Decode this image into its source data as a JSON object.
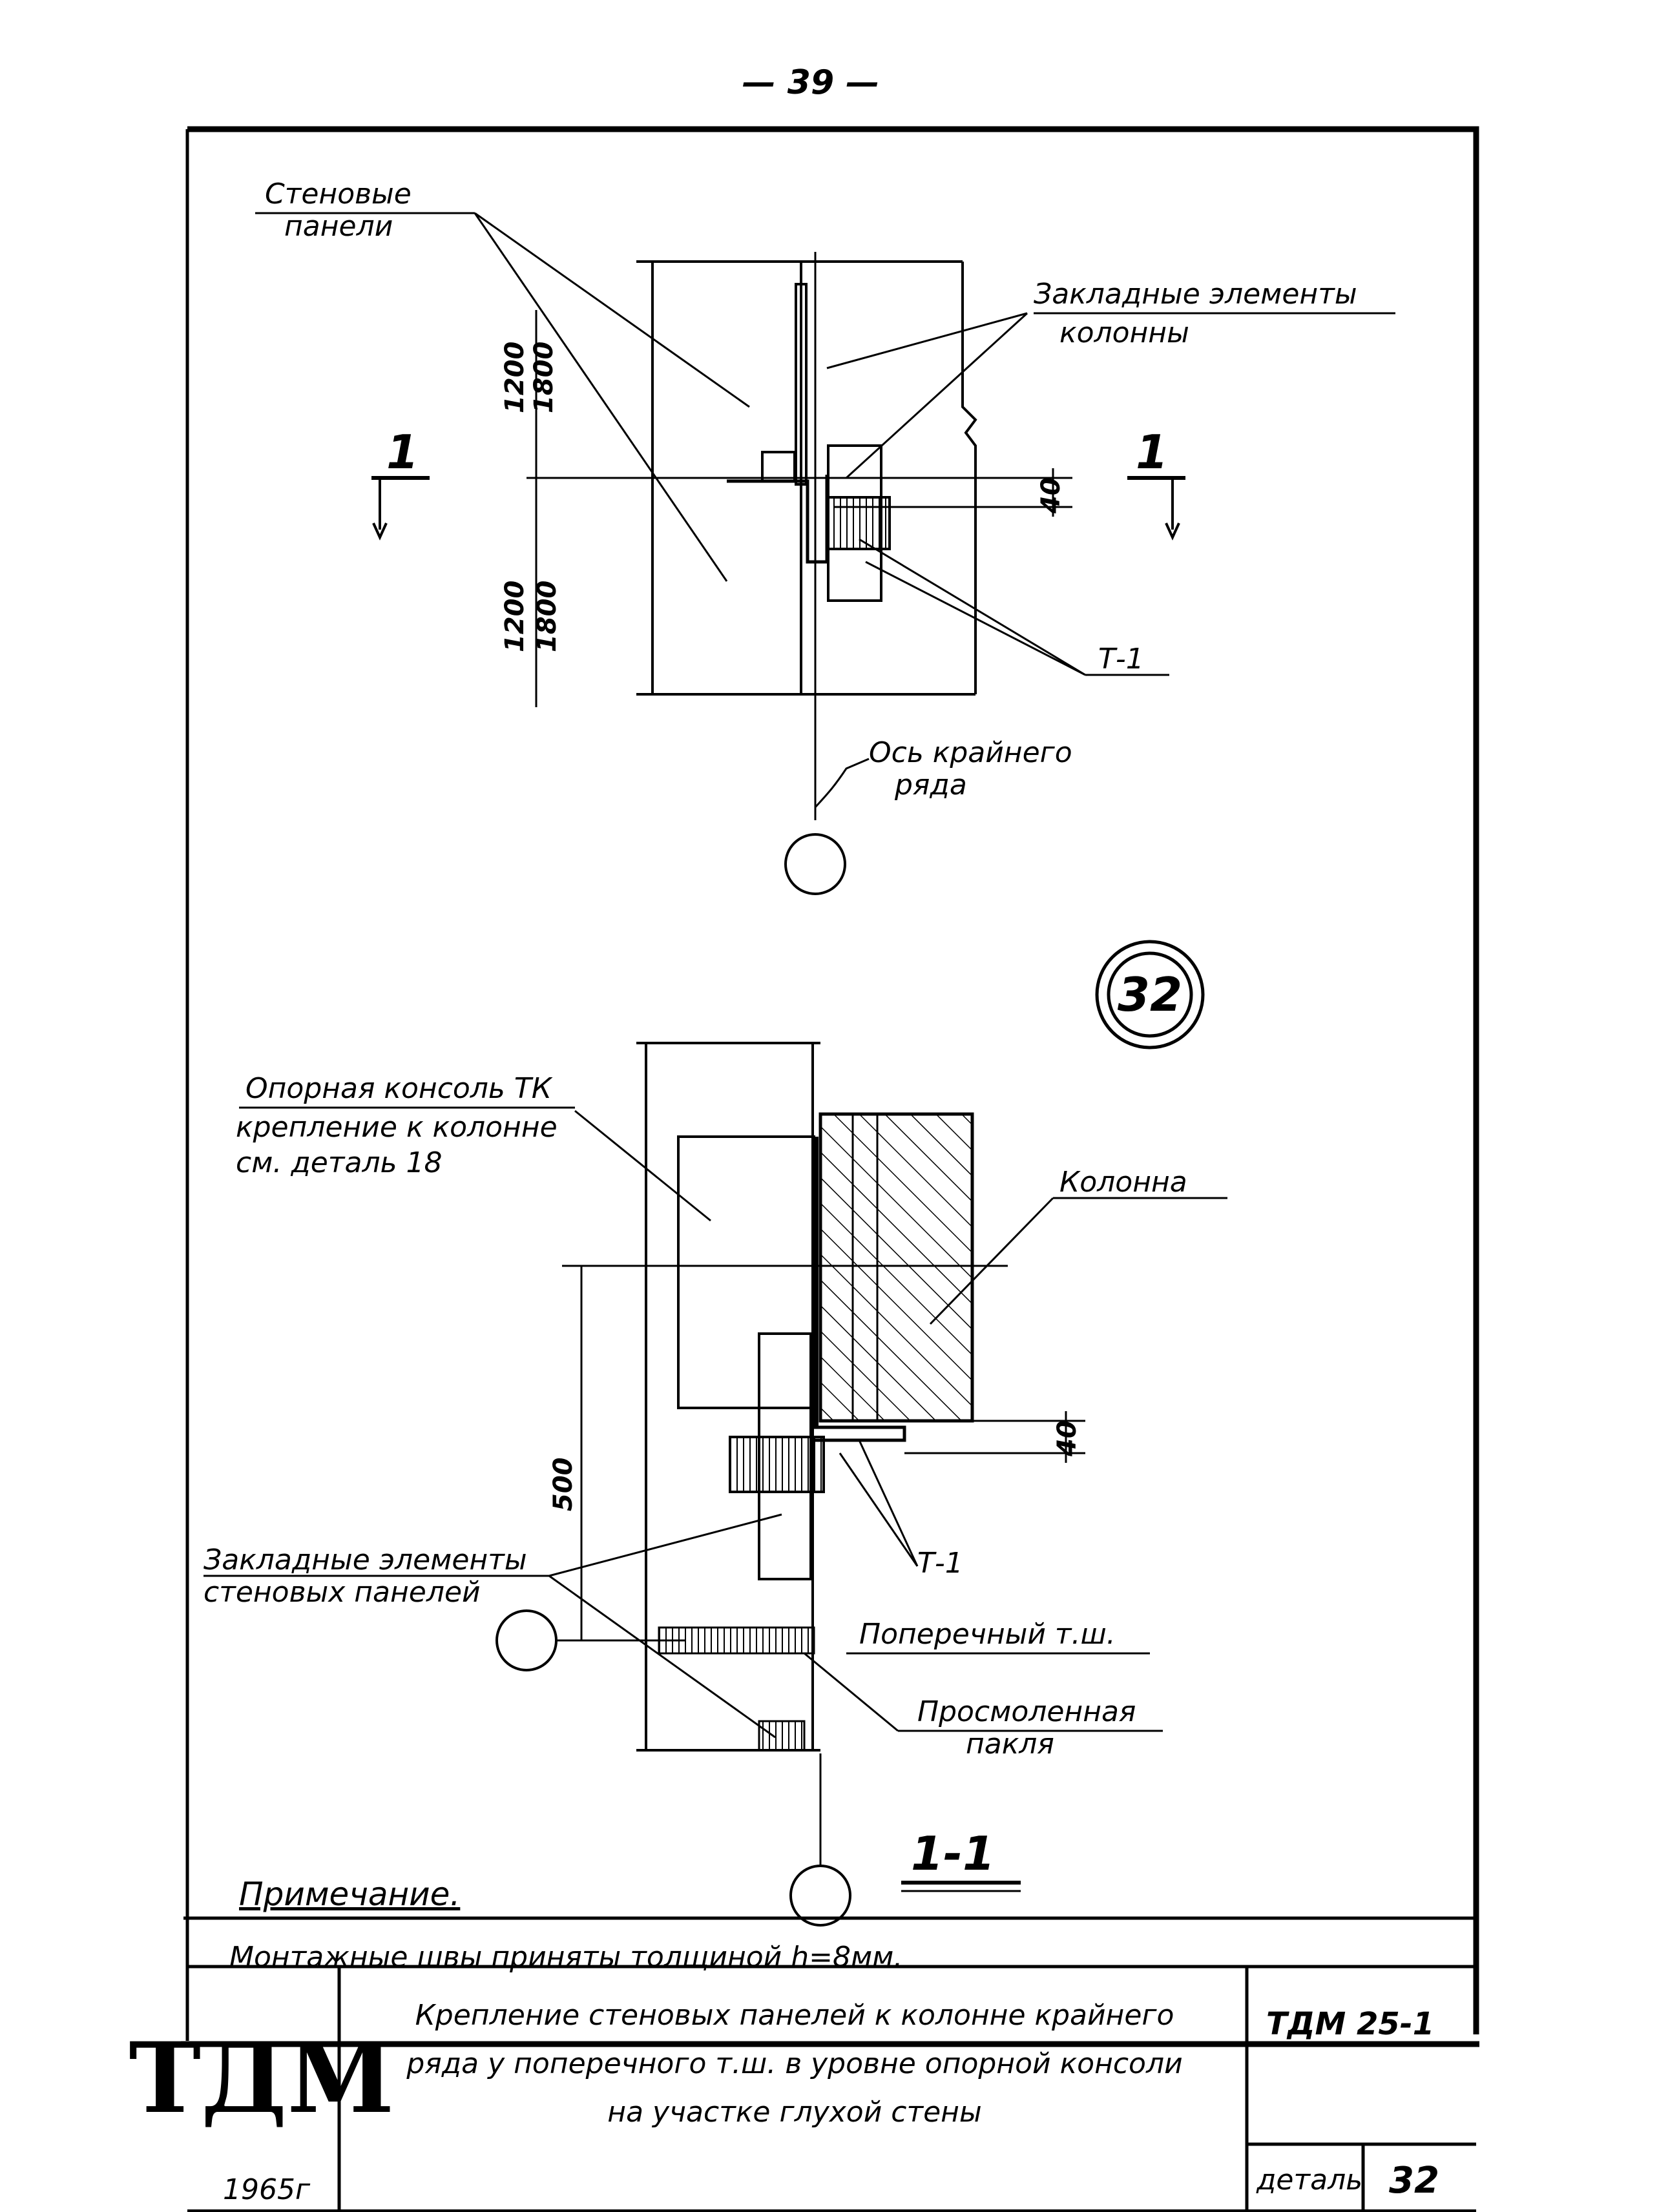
{
  "page_number": "— 39 —",
  "top_view": {
    "label_wall_panels_1": "Стеновые",
    "label_wall_panels_2": "панели",
    "label_embedded_column_1": "Закладные элементы",
    "label_embedded_column_2": "колонны",
    "dim_upper_1": "1200",
    "dim_upper_2": "1800",
    "dim_lower_1": "1200",
    "dim_lower_2": "1800",
    "dim_40": "40",
    "section_mark_left": "1",
    "section_mark_right": "1",
    "weld_label": "Т-1",
    "axis_label_1": "Ось крайнего",
    "axis_label_2": "ряда"
  },
  "detail_badge": "32",
  "section_view": {
    "label_console_1": "Опорная консоль ТК",
    "label_console_2": "крепление к колонне",
    "label_console_3": "см. деталь 18",
    "label_column": "Колонна",
    "dim_500": "500",
    "dim_40": "40",
    "weld_label": "Т-1",
    "label_embedded_panels_1": "Закладные элементы",
    "label_embedded_panels_2": "стеновых панелей",
    "label_joint": "Поперечный т.ш.",
    "label_tow_1": "Просмоленная",
    "label_tow_2": "пакля",
    "section_title": "1-1"
  },
  "note": {
    "heading": "Примечание.",
    "text": "Монтажные швы приняты толщиной h=8мм."
  },
  "title_block": {
    "logo": "ТДМ",
    "year": "1965г",
    "title_line_1": "Крепление стеновых панелей к колонне крайнего",
    "title_line_2": "ряда у поперечного т.ш. в уровне опорной консоли",
    "title_line_3": "на участке глухой стены",
    "code": "ТДМ 25-1",
    "detail_label": "деталь",
    "detail_number": "32"
  }
}
